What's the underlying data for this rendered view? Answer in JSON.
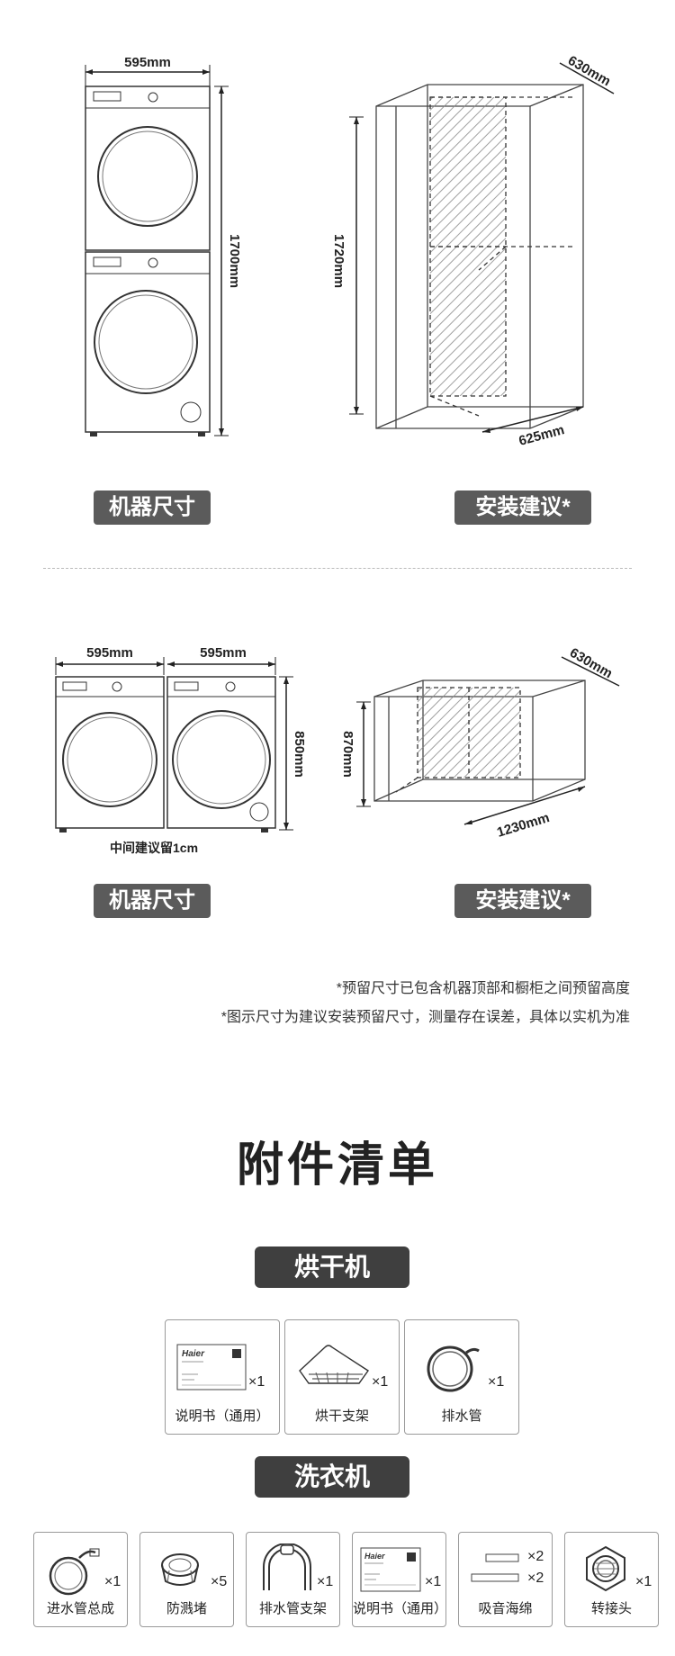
{
  "top_diagram": {
    "width_label": "595mm",
    "height_label": "1700mm",
    "cabinet_depth": "630mm",
    "cabinet_height": "1720mm",
    "cabinet_width": "625mm",
    "left_pill": "机器尺寸",
    "right_pill": "安装建议*"
  },
  "bottom_diagram": {
    "width_left": "595mm",
    "width_right": "595mm",
    "height_label": "850mm",
    "gap_note": "中间建议留1cm",
    "cabinet_depth": "630mm",
    "cabinet_height": "870mm",
    "cabinet_width": "1230mm",
    "left_pill": "机器尺寸",
    "right_pill": "安装建议*"
  },
  "notes": [
    "*预留尺寸已包含机器顶部和橱柜之间预留高度",
    "*图示尺寸为建议安装预留尺寸，测量存在误差，具体以实机为准"
  ],
  "accessories": {
    "title": "附件清单",
    "dryer": {
      "section": "烘干机",
      "items": [
        {
          "label": "说明书（通用）",
          "qty": "×1",
          "icon": "manual-icon"
        },
        {
          "label": "烘干支架",
          "qty": "×1",
          "icon": "drying-rack-icon"
        },
        {
          "label": "排水管",
          "qty": "×1",
          "icon": "drain-hose-icon"
        }
      ]
    },
    "washer": {
      "section": "洗衣机",
      "items": [
        {
          "label": "进水管总成",
          "qty": "×1",
          "icon": "inlet-hose-icon"
        },
        {
          "label": "防溅堵",
          "qty": "×5",
          "icon": "splash-plug-icon"
        },
        {
          "label": "排水管支架",
          "qty": "×1",
          "icon": "drain-bracket-icon"
        },
        {
          "label": "说明书（通用）",
          "qty": "×1",
          "icon": "manual-icon"
        },
        {
          "label": "吸音海绵",
          "qty1": "×2",
          "qty2": "×2",
          "icon": "sponge-icon"
        },
        {
          "label": "转接头",
          "qty": "×1",
          "icon": "adapter-icon"
        }
      ]
    },
    "manual_brand": "Haier"
  }
}
